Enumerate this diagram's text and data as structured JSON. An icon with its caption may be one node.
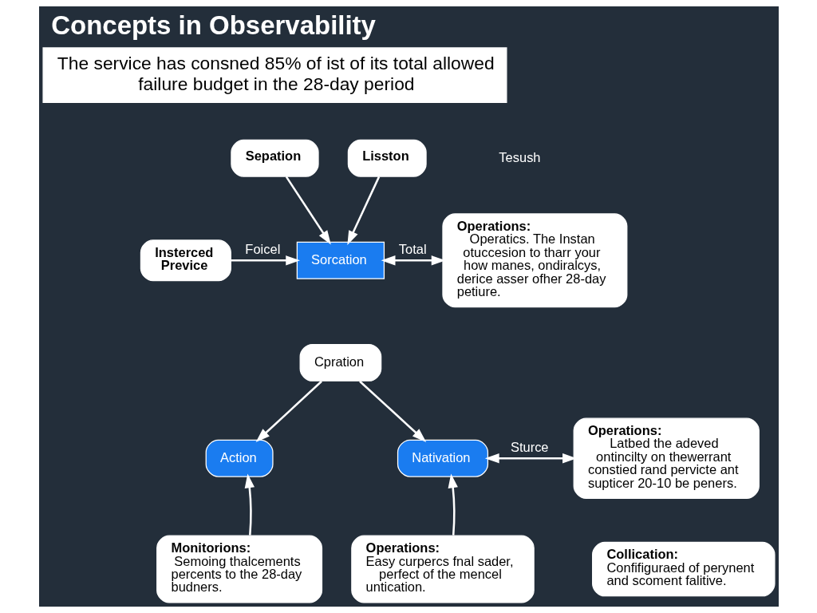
{
  "diagram": {
    "title": "Concepts in Observability",
    "nodes": [
      {
        "text": [
          "Insterced Previce"
        ]
      },
      {
        "text": [
          "Sepation"
        ]
      },
      {
        "text": [
          "Lisston"
        ]
      },
      {
        "text": [
          "Sorcation"
        ]
      },
      {
        "text": [
          "Cpration"
        ]
      },
      {
        "text": [
          "Action"
        ]
      },
      {
        "text": [
          "Nativation"
        ]
      },
      {
        "text": [
          "Operations:",
          "Operatics. The Instan otuccesion to tharr your how manes, ondiralcys, derice asser ofher 28-day petiure."
        ]
      },
      {
        "text": [
          "Operations:",
          "Latbed the adeved ontincilty on thewerrant constied rand pervicte ant supticer 20-10 be peners."
        ]
      },
      {
        "text": [
          "Monitorions:",
          "Semoing thalcements percents to the 28-day budners."
        ]
      },
      {
        "text": [
          "Operations:",
          "Easy curpercs fnal sader, perfect of the mencel untication."
        ]
      },
      {
        "text": [
          "Collication:",
          "Confifiguraed of perynent and scoment falitive."
        ]
      }
    ],
    "edges": [
      {
        "from": 0,
        "to": 3,
        "arrow": "to",
        "label": "Foicel"
      },
      {
        "from": 1,
        "to": 3,
        "arrow": "to"
      },
      {
        "from": 2,
        "to": 3,
        "arrow": "to"
      },
      {
        "from": 7,
        "to": 3,
        "arrow": "both",
        "label": "Total"
      },
      {
        "from": 4,
        "to": 5,
        "arrow": "to"
      },
      {
        "from": 4,
        "to": 6,
        "arrow": "to"
      },
      {
        "from": 6,
        "to": 8,
        "arrow": "both",
        "label": "Sturce"
      },
      {
        "from": 9,
        "to": 5,
        "arrow": "to"
      },
      {
        "from": 10,
        "to": 6,
        "arrow": "to"
      }
    ],
    "labels": [
      "The service has consned 85% of ist of its total allowed failure budget in the 28-day period",
      "Tesush"
    ]
  }
}
